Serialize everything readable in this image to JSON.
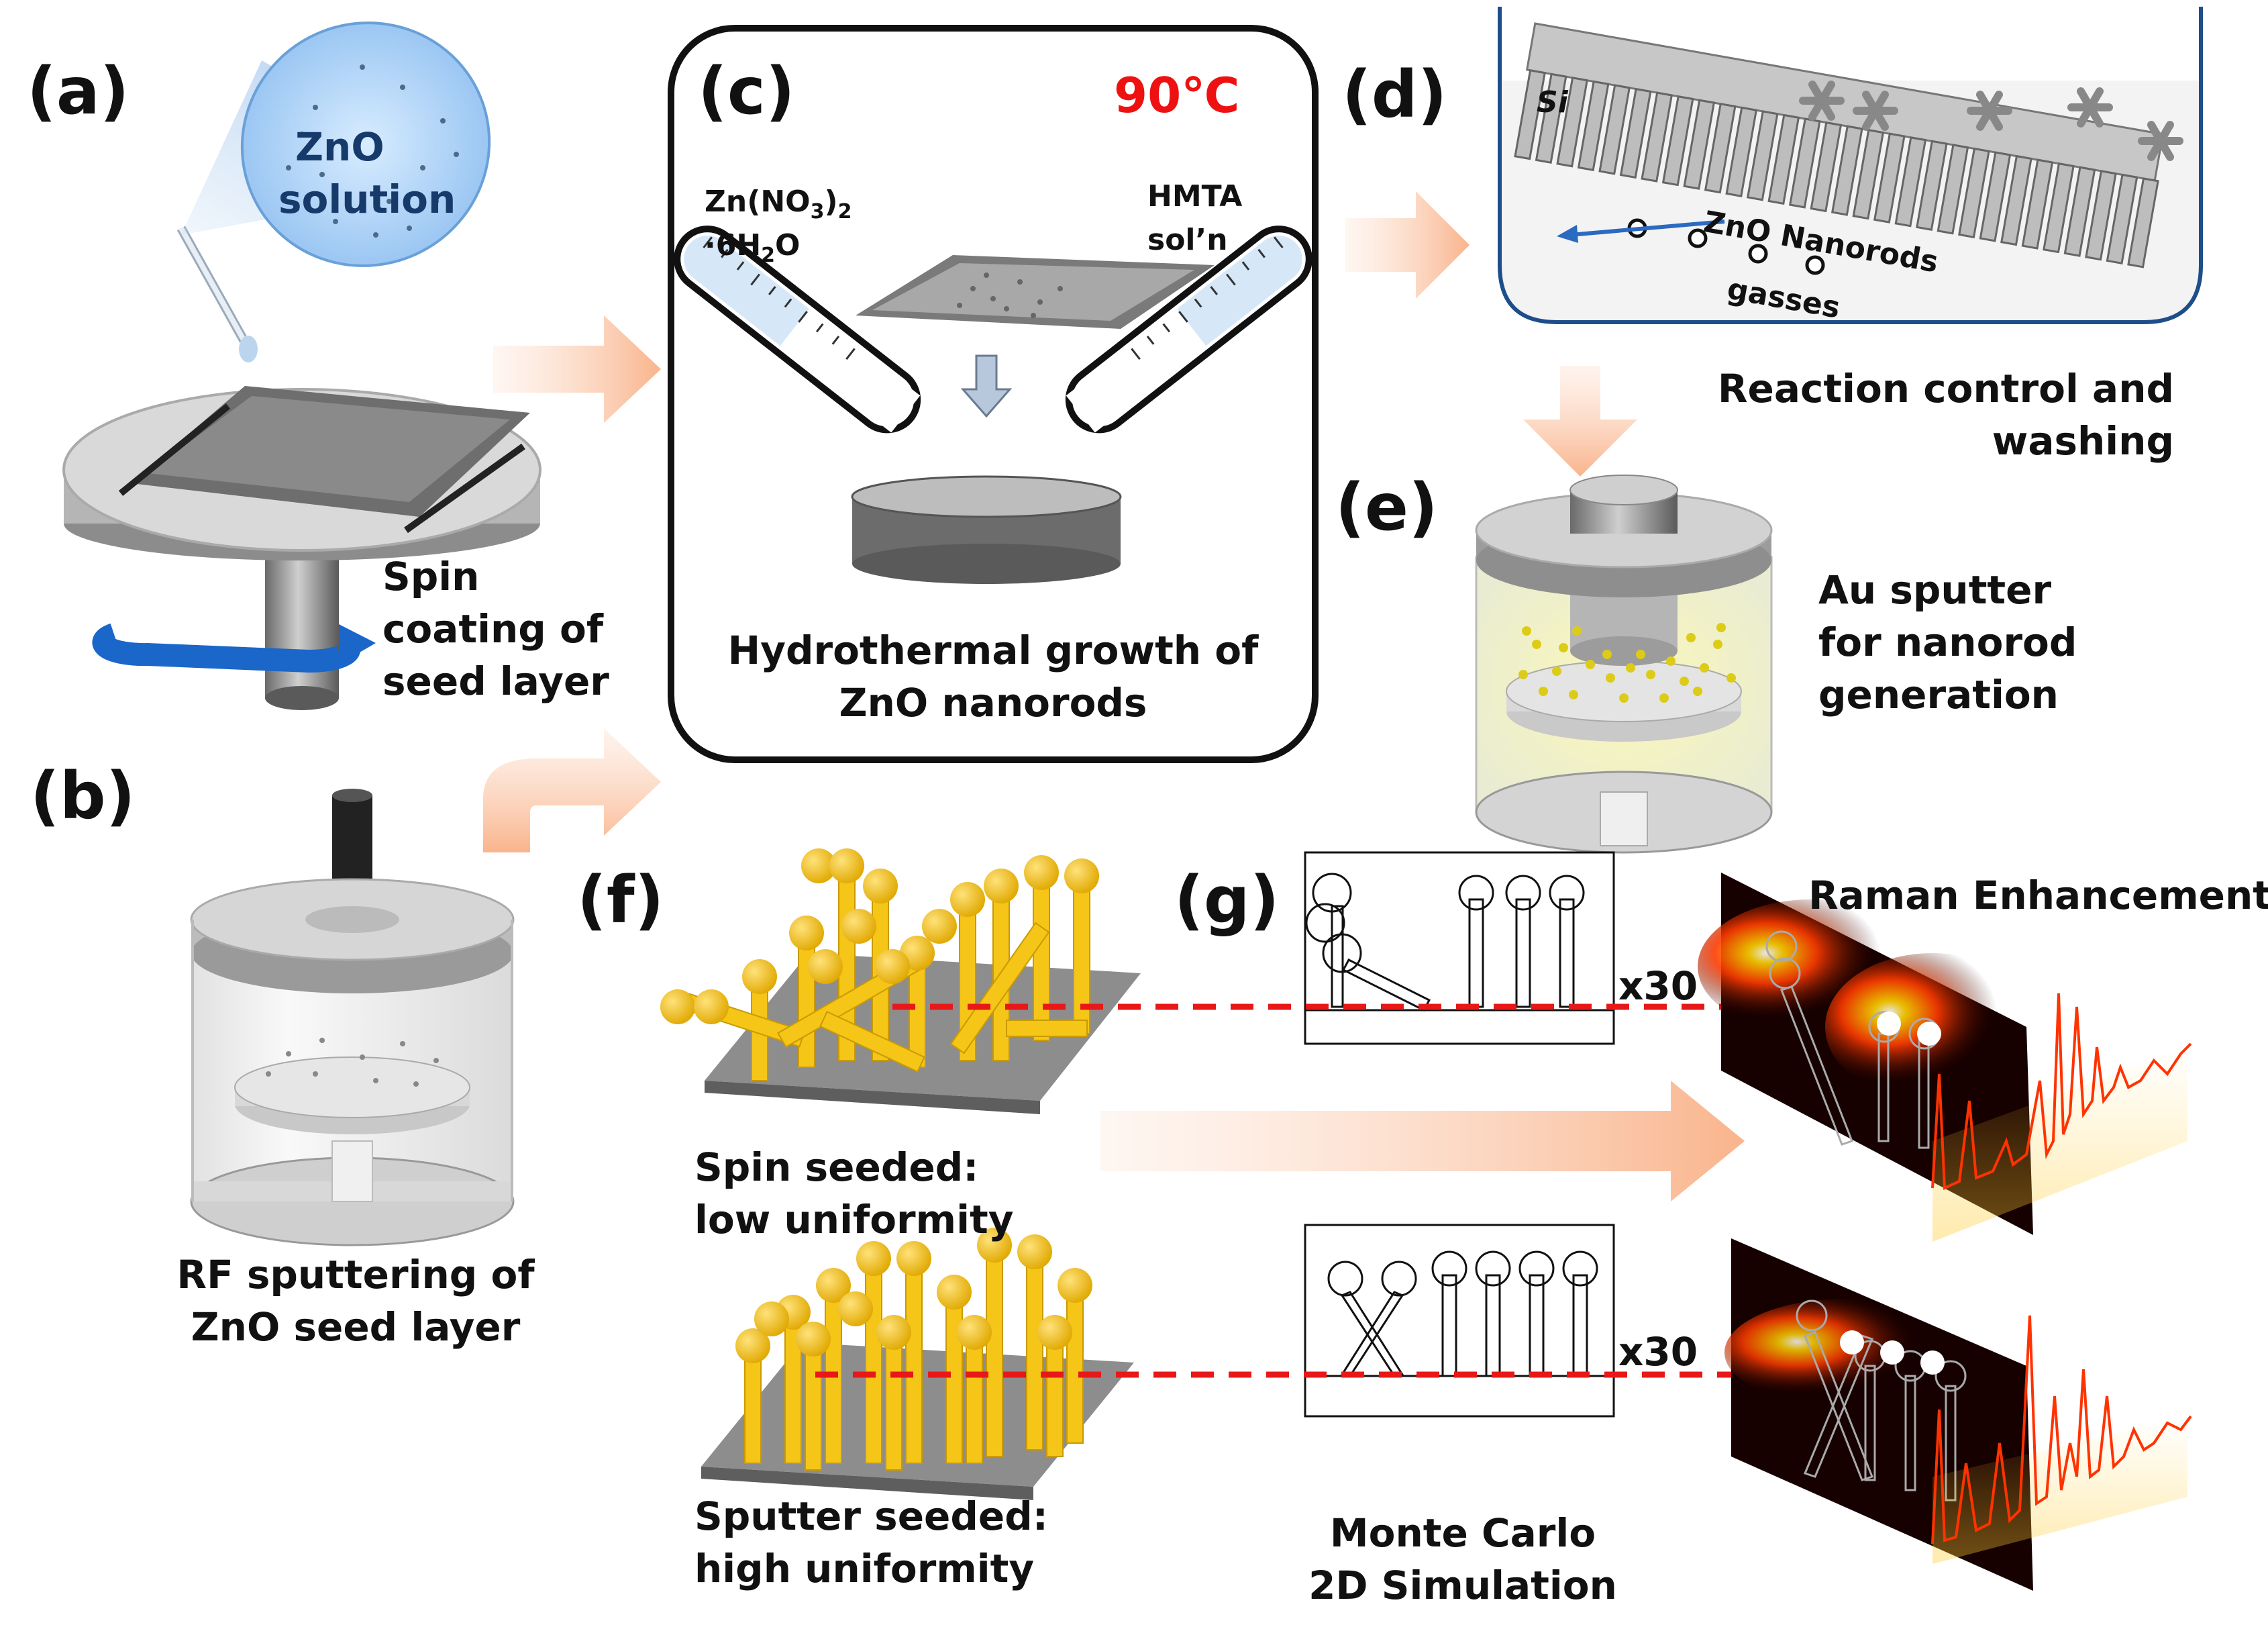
{
  "panels": {
    "a": "(a)",
    "b": "(b)",
    "c": "(c)",
    "d": "(d)",
    "e": "(e)",
    "f": "(f)",
    "g": "(g)"
  },
  "a": {
    "bubble_line1": "ZnO",
    "bubble_line2": "solution",
    "caption": [
      "Spin",
      "coating of",
      "seed layer"
    ]
  },
  "b": {
    "caption": [
      "RF sputtering of",
      "ZnO seed layer"
    ]
  },
  "c": {
    "temperature": "90℃",
    "left_reagent": [
      "Zn(NO",
      "3",
      ")",
      "2",
      "·6H",
      "2",
      "O"
    ],
    "right_reagent": [
      "HMTA",
      "sol’n"
    ],
    "caption": [
      "Hydrothermal growth of",
      "ZnO nanorods"
    ]
  },
  "d": {
    "si_label": "Si",
    "nanorods_label": "ZnO Nanorods",
    "gasses_label": "gasses",
    "caption": [
      "Reaction control and",
      "washing"
    ]
  },
  "e": {
    "caption": [
      "Au sputter",
      "for nanorod",
      "generation"
    ]
  },
  "f": {
    "spin_caption": [
      "Spin seeded:",
      "low uniformity"
    ],
    "sputter_caption": [
      "Sputter seeded:",
      "high uniformity"
    ]
  },
  "g": {
    "multiplier_top": "x30",
    "multiplier_bottom": "x30",
    "raman_title": "Raman Enhancement",
    "mc_caption": [
      "Monte Carlo",
      "2D Simulation"
    ]
  },
  "colors": {
    "arrow": "#f9b48c",
    "dash": "#e81818",
    "gold": "#f5c518",
    "temp": "#ee1111",
    "spectrum": "#ff3300"
  }
}
